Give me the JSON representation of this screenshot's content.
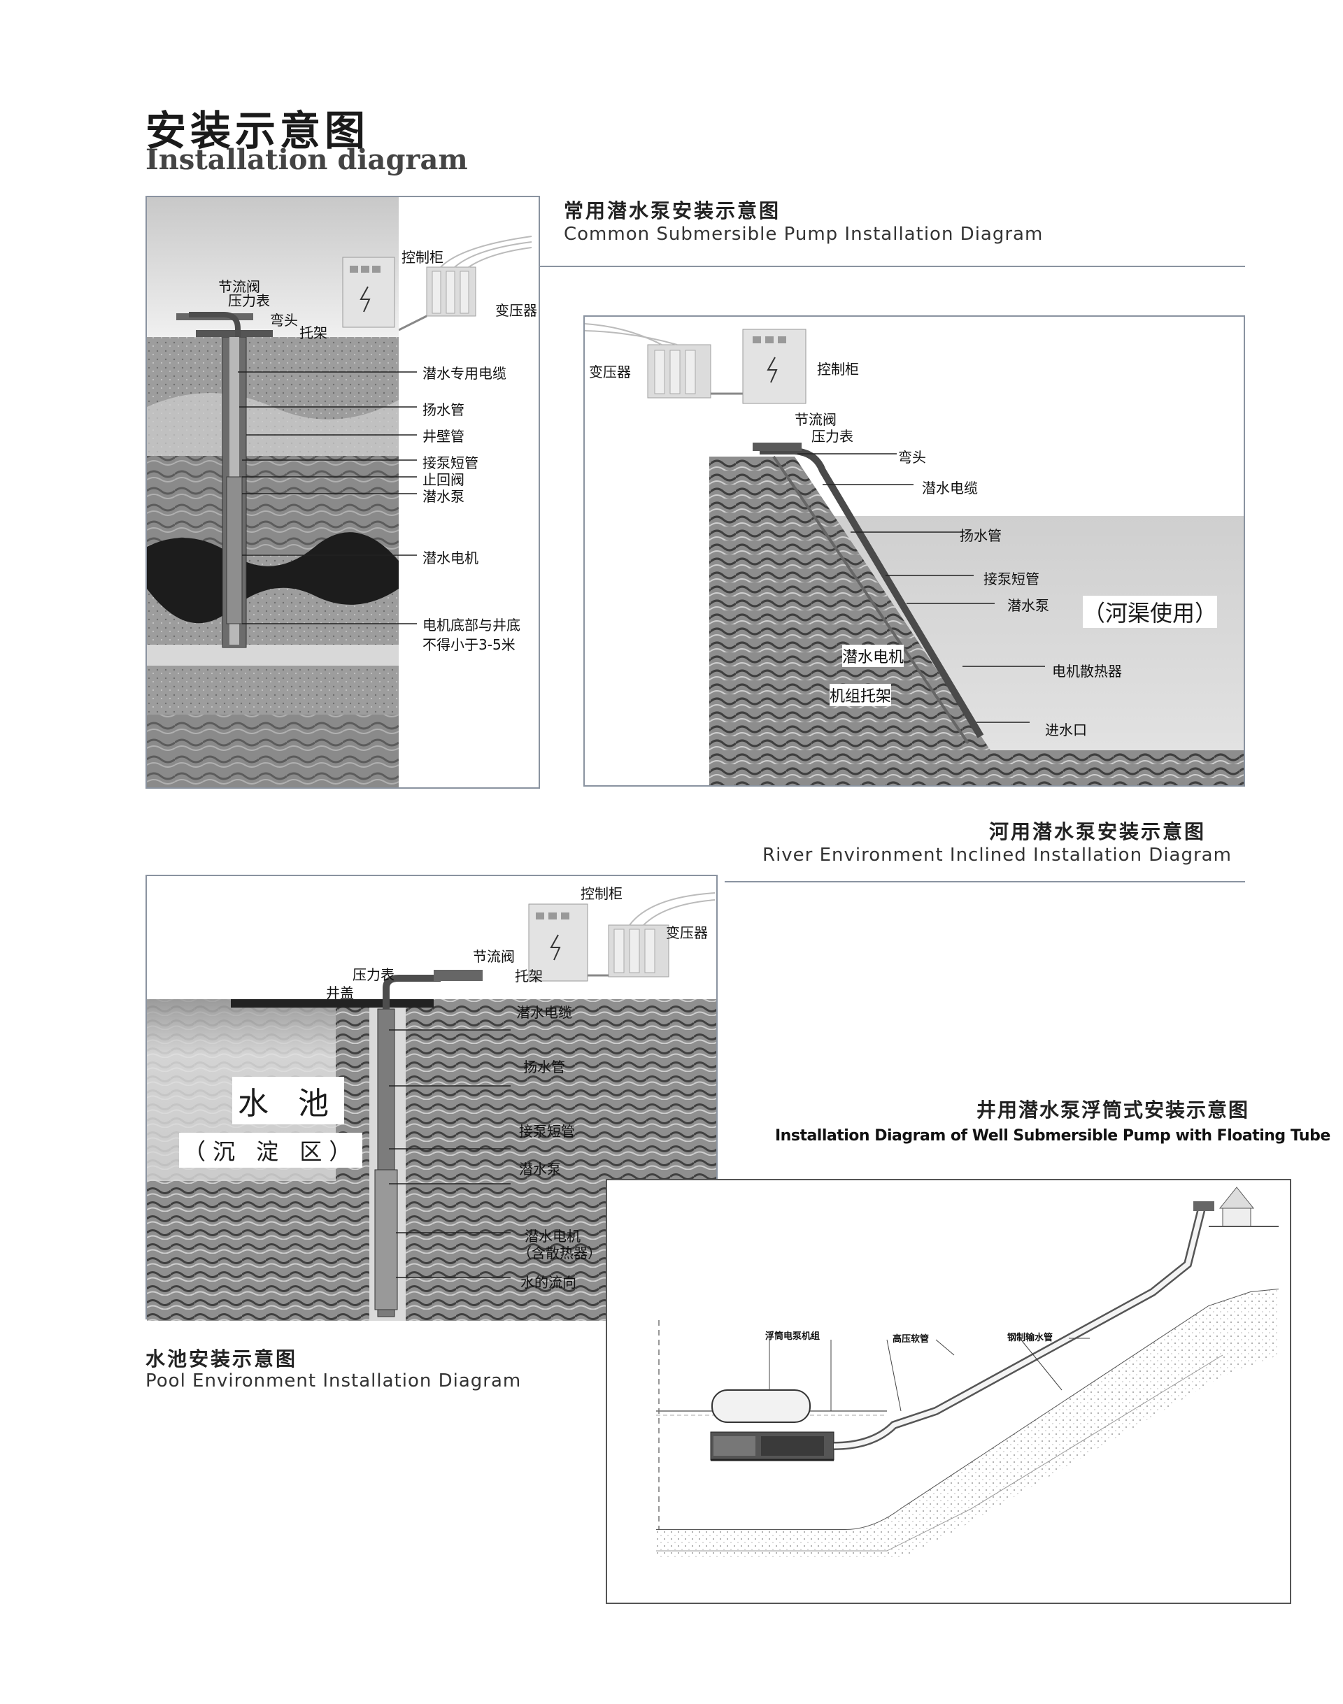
{
  "page": {
    "title_zh": "安装示意图",
    "title_en": "Installation diagram"
  },
  "panel1": {
    "caption_zh": "常用潜水泵安装示意图",
    "caption_en": "Common Submersible Pump Installation Diagram",
    "labels": {
      "control_cabinet": "控制柜",
      "transformer": "变压器",
      "throttle_valve": "节流阀",
      "pressure_gauge": "压力表",
      "elbow": "弯头",
      "bracket": "托架",
      "cable": "潜水专用电缆",
      "riser_pipe": "扬水管",
      "well_pipe": "井壁管",
      "pump_short_pipe": "接泵短管",
      "check_valve": "止回阀",
      "pump": "潜水泵",
      "motor": "潜水电机",
      "note_line1": "电机底部与井底",
      "note_line2": "不得小于3-5米"
    }
  },
  "panel2": {
    "caption_zh": "河用潜水泵安装示意图",
    "caption_en": "River Environment Inclined Installation Diagram",
    "labels": {
      "transformer": "变压器",
      "control_cabinet": "控制柜",
      "throttle_valve": "节流阀",
      "pressure_gauge": "压力表",
      "elbow": "弯头",
      "cable": "潜水电缆",
      "riser_pipe": "扬水管",
      "pump_short_pipe": "接泵短管",
      "pump": "潜水泵",
      "usage": "（河渠使用）",
      "motor": "潜水电机",
      "motor_radiator": "电机散热器",
      "unit_bracket": "机组托架",
      "water_inlet": "进水口"
    }
  },
  "panel3": {
    "caption_zh": "水池安装示意图",
    "caption_en": "Pool Environment Installation Diagram",
    "labels": {
      "control_cabinet": "控制柜",
      "transformer": "变压器",
      "throttle_valve": "节流阀",
      "pressure_gauge": "压力表",
      "bracket": "托架",
      "well_cover": "井盖",
      "cable": "潜水电缆",
      "riser_pipe": "扬水管",
      "pump_short_pipe": "接泵短管",
      "pump": "潜水泵",
      "motor_line1": "潜水电机",
      "motor_line2": "（含散热器）",
      "flow_direction": "水的流向",
      "pool": "水 池",
      "sediment": "（沉 淀 区）"
    }
  },
  "panel4": {
    "caption_zh": "井用潜水泵浮筒式安装示意图",
    "caption_en": "Installation Diagram of Well Submersible Pump with Floating Tube",
    "labels": {
      "float_unit": "浮筒电泵机组",
      "hose": "高压软管",
      "steel_pipe": "钢制输水管"
    }
  }
}
